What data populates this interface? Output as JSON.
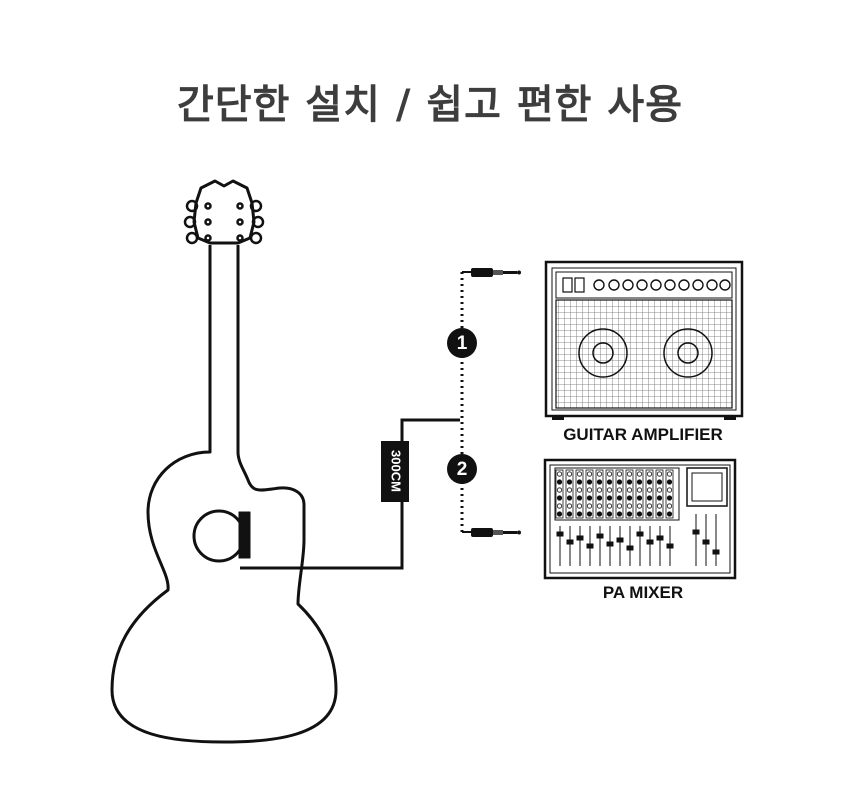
{
  "title": "간단한 설치  / 쉽고 편한 사용",
  "cable_label": "300CM",
  "step1": "1",
  "step2": "2",
  "amplifier_label": "GUITAR  AMPLIFIER",
  "mixer_label": "PA MIXER"
}
